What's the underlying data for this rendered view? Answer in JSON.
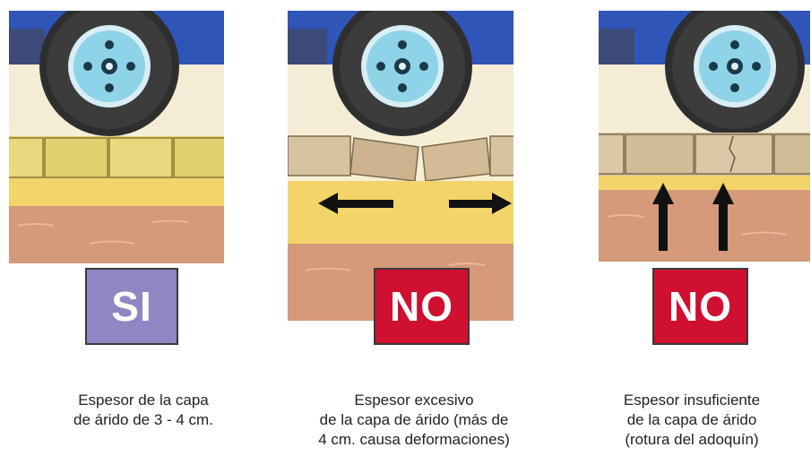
{
  "panels": [
    {
      "id": "correct",
      "badge": "SI",
      "caption": [
        "Espesor de la capa",
        "de árido de 3 - 4 cm."
      ]
    },
    {
      "id": "excessive",
      "badge": "NO",
      "caption": [
        "Espesor excesivo",
        "de la capa de árido (más de",
        "4 cm. causa deformaciones)"
      ]
    },
    {
      "id": "insufficient",
      "badge": "NO",
      "caption": [
        "Espesor insuficiente",
        "de la capa de árido",
        "(rotura del adoquín)"
      ]
    }
  ],
  "colors": {
    "si_badge": "#8f87c4",
    "no_badge": "#cf1031",
    "sand": "#f3d46a",
    "soil": "#d49a7a",
    "paver_yellow": "#e4d276",
    "paver_beige": "#d8c3a0",
    "truck_blue": "#2f55b8",
    "tire": "#2a2a2a",
    "hub": "#8fd3e8"
  }
}
